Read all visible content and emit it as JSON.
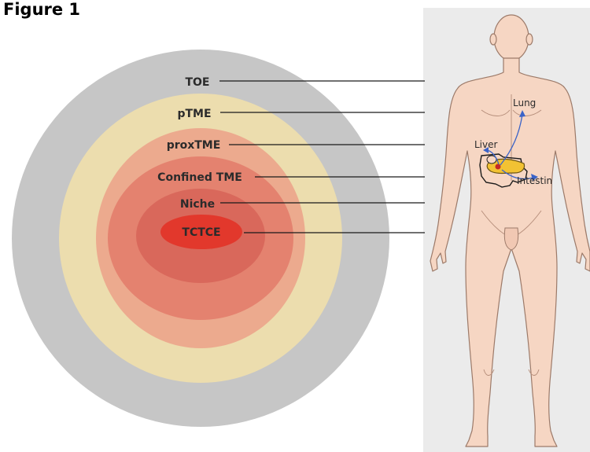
{
  "figure": {
    "title": "Figure 1"
  },
  "rings": [
    {
      "key": "toe",
      "label": "TOE",
      "color": "#c6c6c6"
    },
    {
      "key": "ptme",
      "label": "pTME",
      "color": "#ecddae"
    },
    {
      "key": "proxtme",
      "label": "proxTME",
      "color": "#ecaa8e"
    },
    {
      "key": "confined",
      "label": "Confined TME",
      "color": "#e4826f"
    },
    {
      "key": "niche",
      "label": "Niche",
      "color": "#d9685b"
    },
    {
      "key": "tctce",
      "label": "TCTCE",
      "color": "#e2382c"
    }
  ],
  "body_panel": {
    "background": "#ebebeb",
    "skin_color": "#f6d6c3",
    "outline_color": "#9c7a69",
    "organ_labels": {
      "liver": "Liver",
      "lung": "Lung",
      "intestine": "Intestin"
    },
    "arrow_color": "#3a63c8"
  }
}
